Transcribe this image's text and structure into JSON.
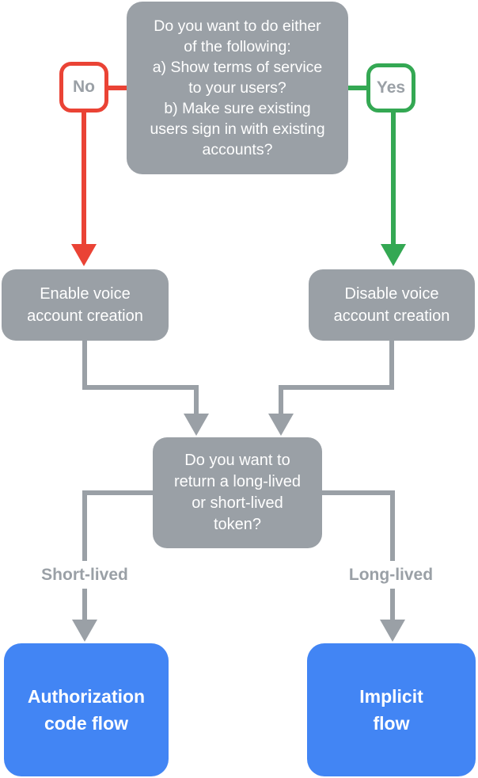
{
  "colors": {
    "node_gray": "#9AA0A6",
    "no_red": "#EA4335",
    "yes_green": "#34A853",
    "result_blue": "#4285F4",
    "label_gray": "#9AA0A6",
    "text_white": "#FFFFFF",
    "background": "#FFFFFF"
  },
  "flowchart": {
    "top_question": "Do you want to do either\nof the following:\na) Show terms of service\nto your users?\nb) Make sure existing\nusers sign in with existing\naccounts?",
    "no_badge": "No",
    "yes_badge": "Yes",
    "enable_node": "Enable voice\naccount creation",
    "disable_node": "Disable voice\naccount creation",
    "token_question": "Do you want to\nreturn a long-lived\nor short-lived\ntoken?",
    "short_lived_label": "Short-lived",
    "long_lived_label": "Long-lived",
    "authorization_node": "Authorization\ncode flow",
    "implicit_node": "Implicit\nflow"
  }
}
